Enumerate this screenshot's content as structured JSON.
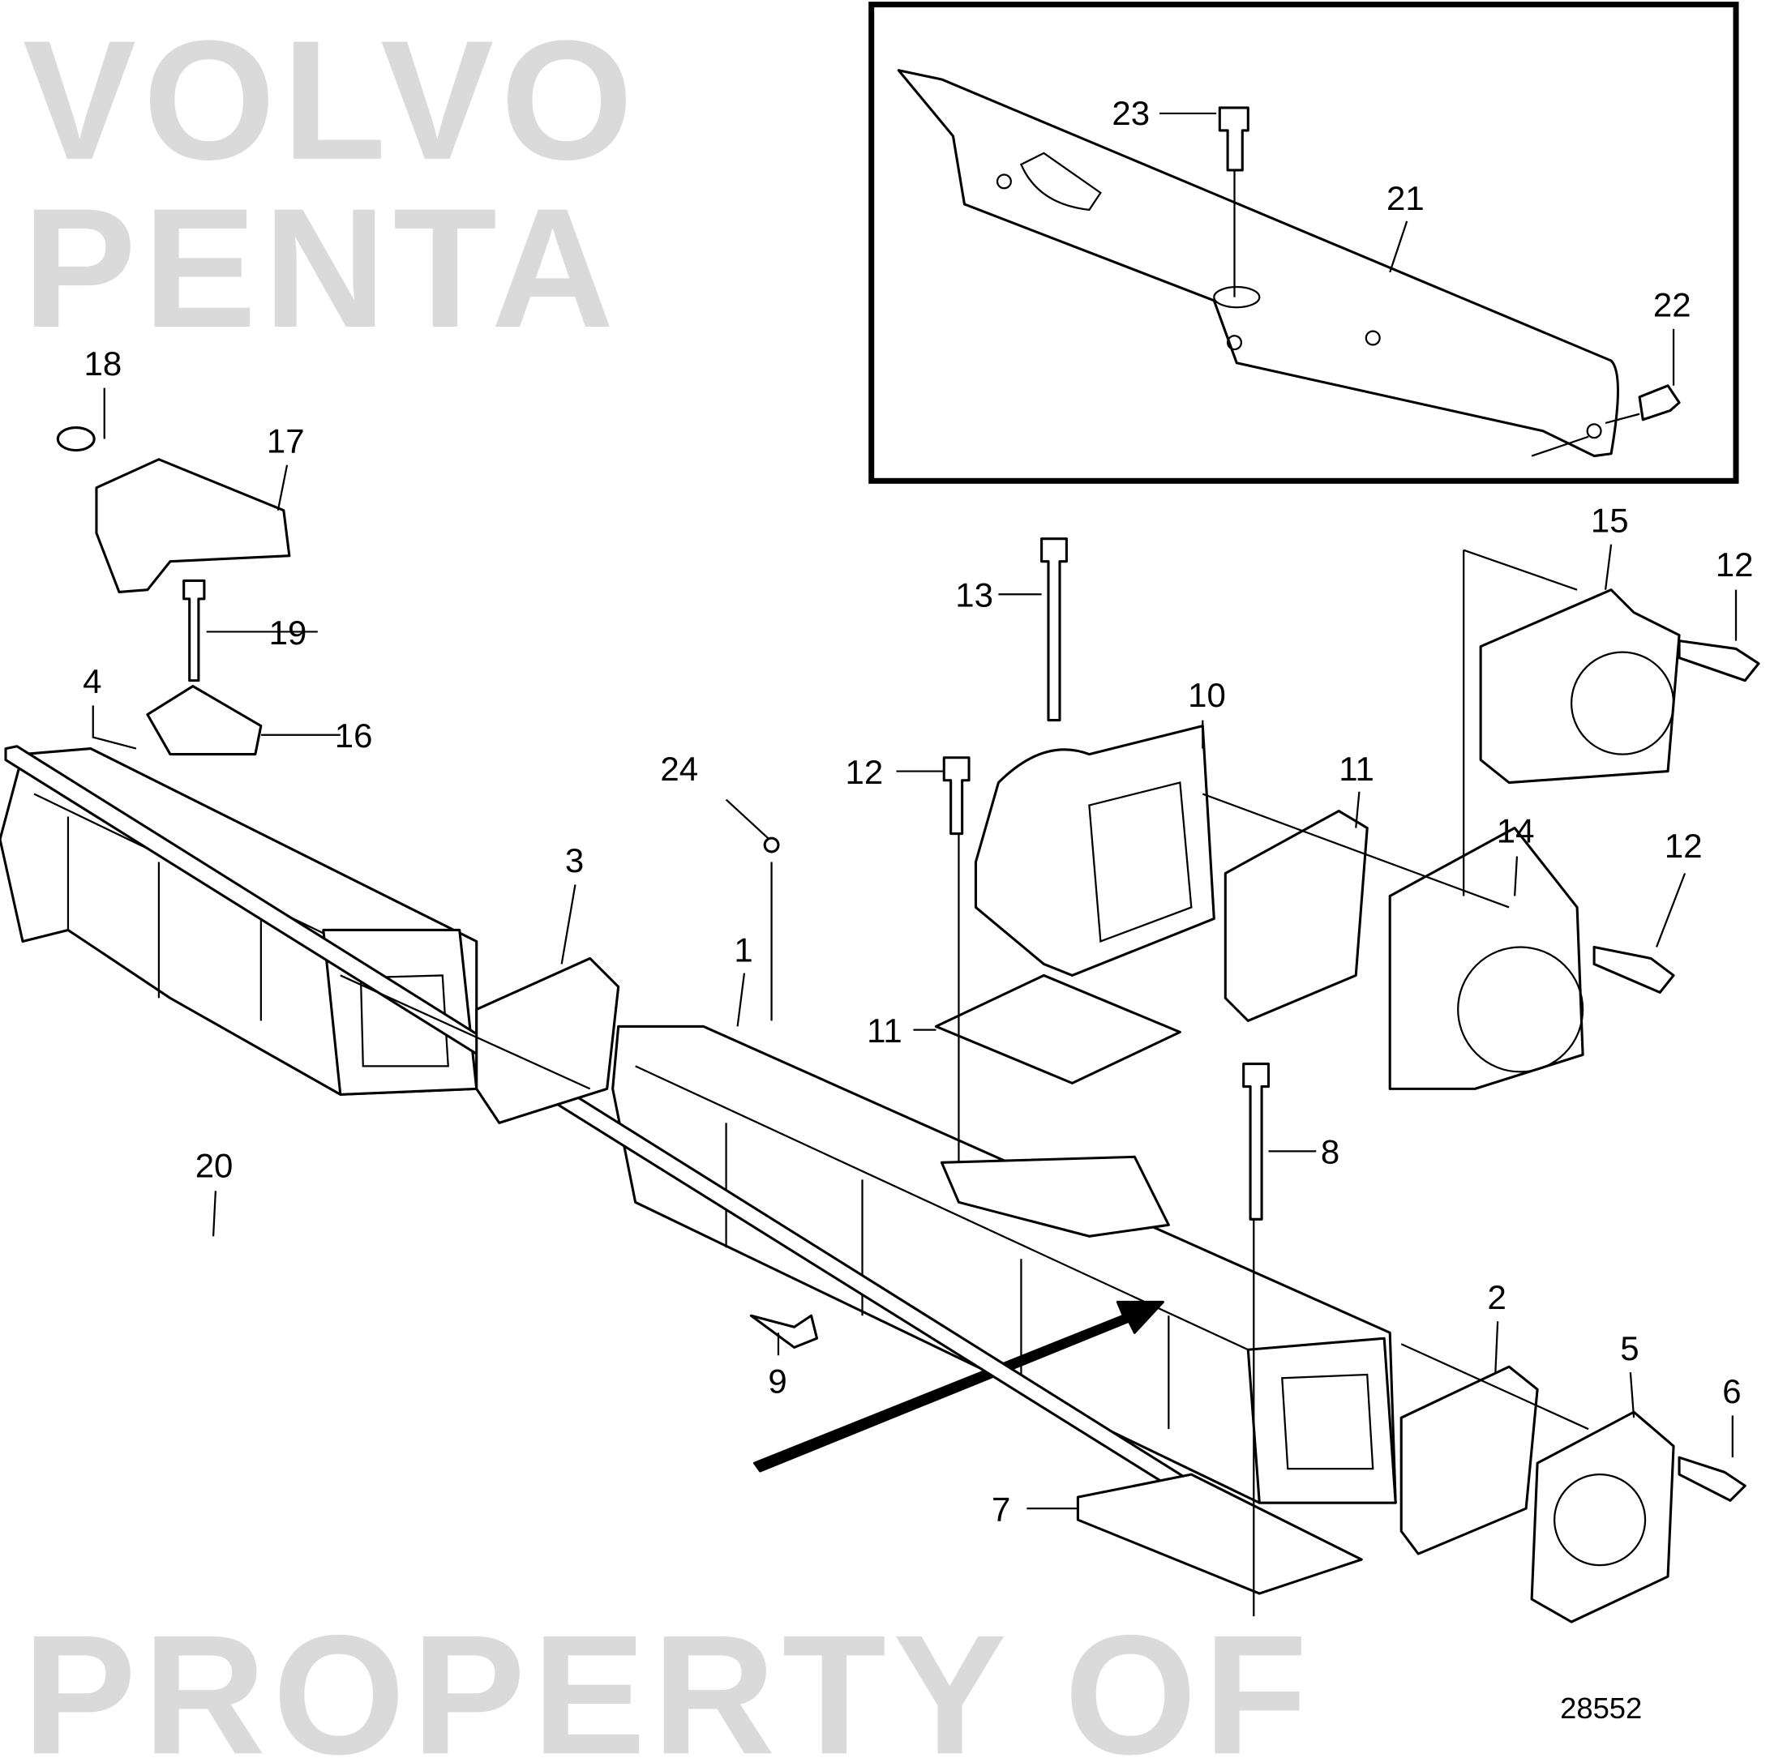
{
  "diagram": {
    "reference_number": "28552",
    "watermark": [
      "PROPERTY OF",
      "VOLVO PENTA"
    ],
    "callouts": {
      "c1": "1",
      "c2": "2",
      "c3": "3",
      "c4": "4",
      "c5": "5",
      "c6": "6",
      "c7": "7",
      "c8": "8",
      "c9": "9",
      "c10": "10",
      "c11a": "11",
      "c11b": "11",
      "c12a": "12",
      "c12b": "12",
      "c12c": "12",
      "c13": "13",
      "c14": "14",
      "c15": "15",
      "c16": "16",
      "c17": "17",
      "c18": "18",
      "c19": "19",
      "c20": "20",
      "c21": "21",
      "c22": "22",
      "c23": "23",
      "c24": "24"
    }
  }
}
